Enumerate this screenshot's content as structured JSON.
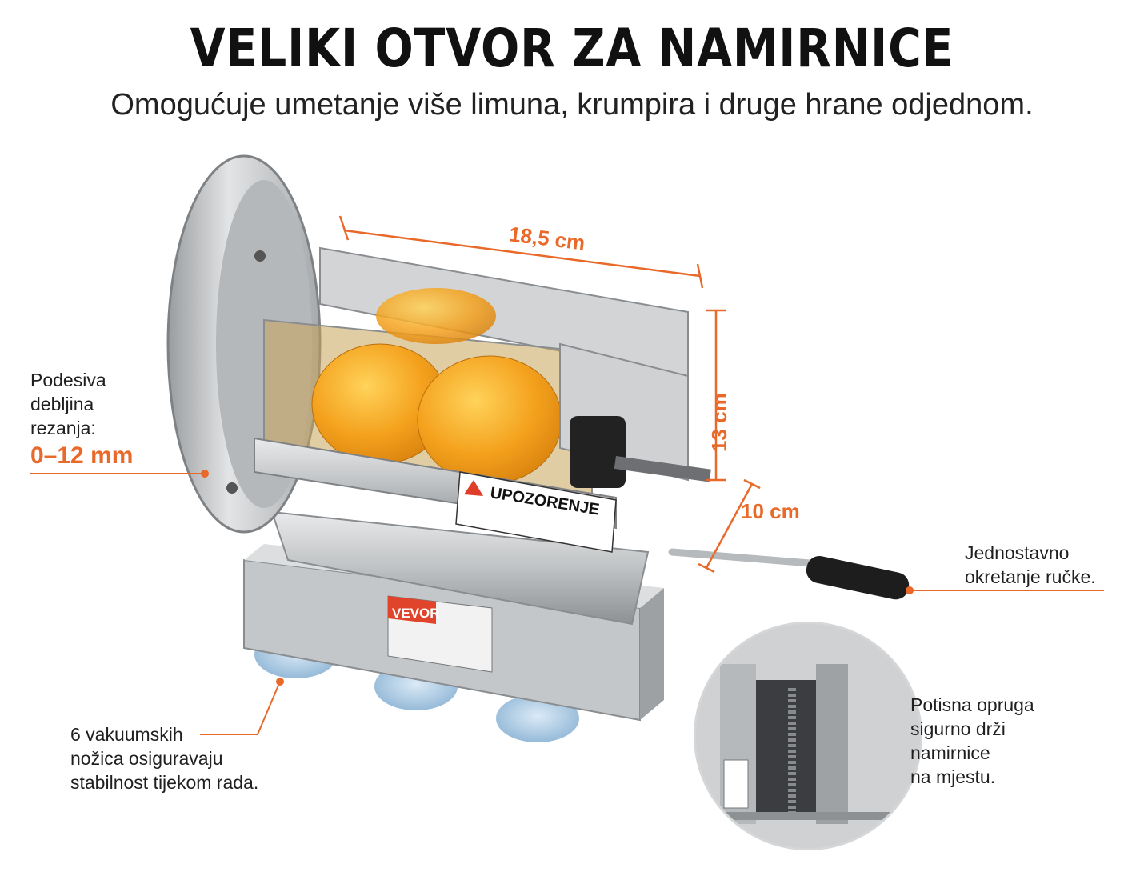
{
  "header": {
    "title": "VELIKI OTVOR ZA NAMIRNICE",
    "subtitle": "Omogućuje umetanje više limuna, krumpira i druge hrane odjednom."
  },
  "dimensions": {
    "length": "18,5 cm",
    "height": "13 cm",
    "width": "10 cm"
  },
  "notes": {
    "thickness": {
      "lines": [
        "Podesiva",
        "debljina",
        "rezanja:"
      ],
      "value": "0–12 mm"
    },
    "handle": {
      "lines": [
        "Jednostavno",
        "okretanje ručke."
      ]
    },
    "suction": {
      "lines": [
        "6 vakuumskih",
        "nožica osiguravaju",
        "stabilnost tijekom rada."
      ]
    },
    "spring": {
      "lines": [
        "Potisna opruga",
        "sigurno drži",
        "namirnice",
        "na mjestu."
      ]
    }
  },
  "product": {
    "brand": "VEVOR",
    "warning_label": "UPOZORENJE"
  },
  "colors": {
    "accent": "#e8692a",
    "steel": "#c9cbcd",
    "lemon": "#f4a11d"
  }
}
